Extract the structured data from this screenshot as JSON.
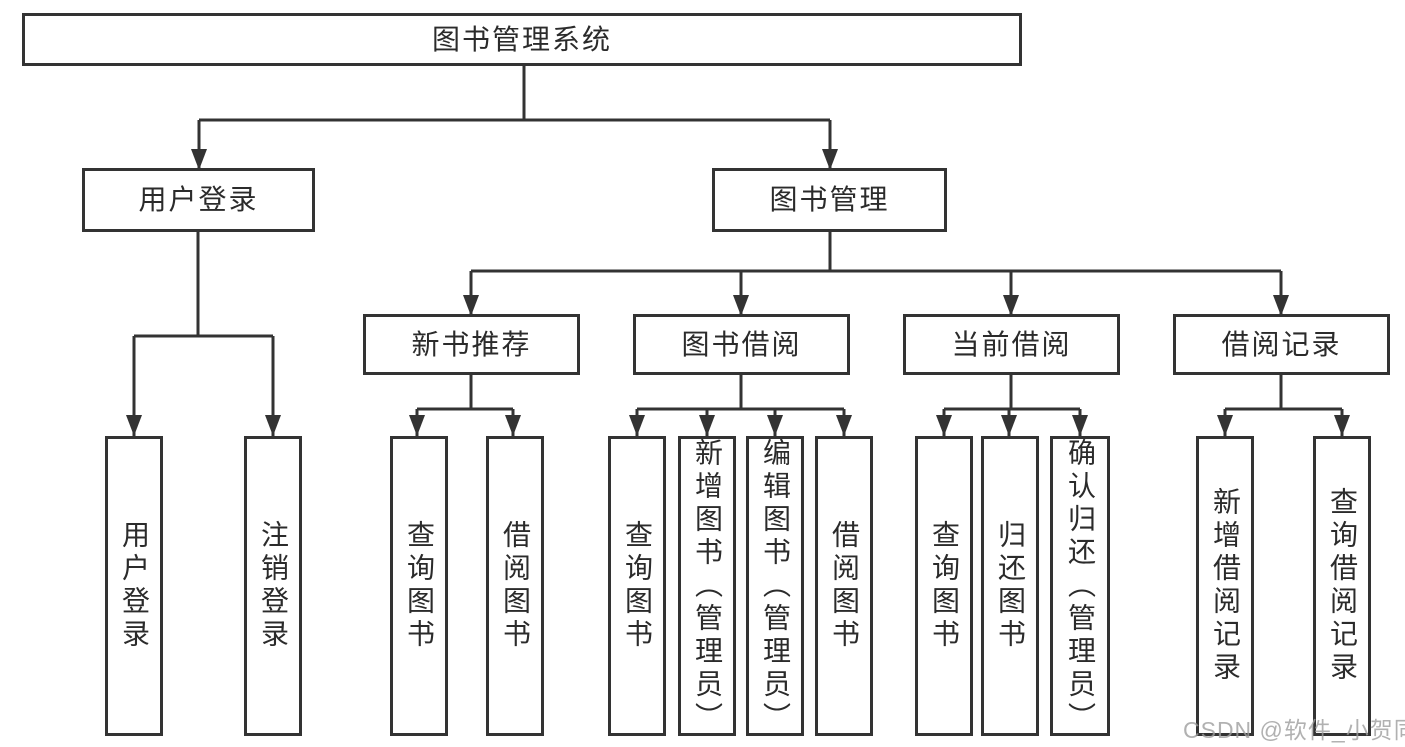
{
  "tree": {
    "label": "图书管理系统",
    "children": [
      {
        "label": "用户登录",
        "children": [
          {
            "label": "用户登录"
          },
          {
            "label": "注销登录"
          }
        ]
      },
      {
        "label": "图书管理",
        "children": [
          {
            "label": "新书推荐",
            "children": [
              {
                "label": "查询图书"
              },
              {
                "label": "借阅图书"
              }
            ]
          },
          {
            "label": "图书借阅",
            "children": [
              {
                "label": "查询图书"
              },
              {
                "label": "新增图书（管理员）"
              },
              {
                "label": "编辑图书（管理员）"
              },
              {
                "label": "借阅图书"
              }
            ]
          },
          {
            "label": "当前借阅",
            "children": [
              {
                "label": "查询图书"
              },
              {
                "label": "归还图书"
              },
              {
                "label": "确认归还（管理员）"
              }
            ]
          },
          {
            "label": "借阅记录",
            "children": [
              {
                "label": "新增借阅记录"
              },
              {
                "label": "查询借阅记录"
              }
            ]
          }
        ]
      }
    ]
  },
  "watermark": {
    "text": "CSDN @软件_小贺同学"
  },
  "colors": {
    "line": "#333333",
    "border": "#333333",
    "text": "#2b2b2b",
    "watermark": "#9e9e9e",
    "background": "#ffffff"
  }
}
